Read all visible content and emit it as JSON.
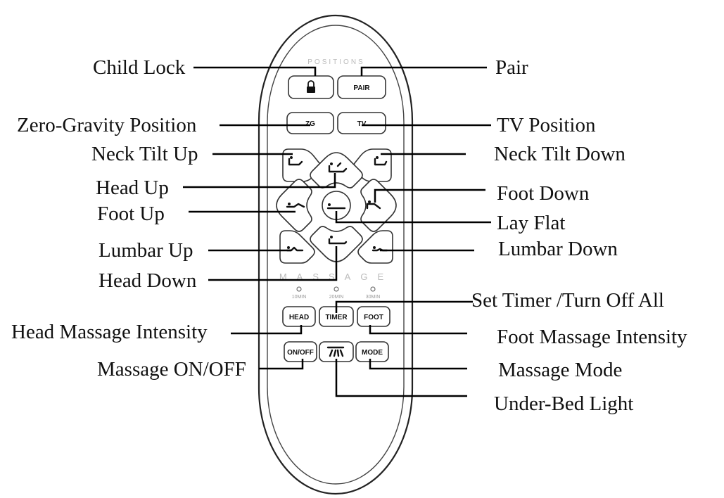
{
  "remote": {
    "section_positions": "POSITIONS",
    "section_massage": "MASSAGE",
    "buttons": {
      "child_lock_icon": "lock-icon",
      "pair": "PAIR",
      "zg": "ZG",
      "tv": "TV",
      "head": "HEAD",
      "timer": "TIMER",
      "foot": "FOOT",
      "on_off": "ON/OFF",
      "mode": "MODE",
      "light_icon": "under-bed-light-icon"
    },
    "timer_leds": [
      "10MIN",
      "20MIN",
      "30MIN"
    ]
  },
  "callouts": {
    "child_lock": "Child Lock",
    "pair": "Pair",
    "zero_gravity": "Zero-Gravity Position",
    "tv_position": "TV Position",
    "neck_tilt_up": "Neck Tilt Up",
    "neck_tilt_down": "Neck Tilt Down",
    "head_up": "Head Up",
    "foot_down": "Foot Down",
    "foot_up": "Foot Up",
    "lay_flat": "Lay Flat",
    "lumbar_up": "Lumbar Up",
    "lumbar_down": "Lumbar Down",
    "head_down": "Head Down",
    "set_timer": "Set Timer /Turn Off All",
    "head_massage": "Head Massage Intensity",
    "foot_massage": "Foot Massage Intensity",
    "massage_on_off": "Massage ON/OFF",
    "massage_mode": "Massage Mode",
    "under_bed_light": "Under-Bed Light"
  }
}
